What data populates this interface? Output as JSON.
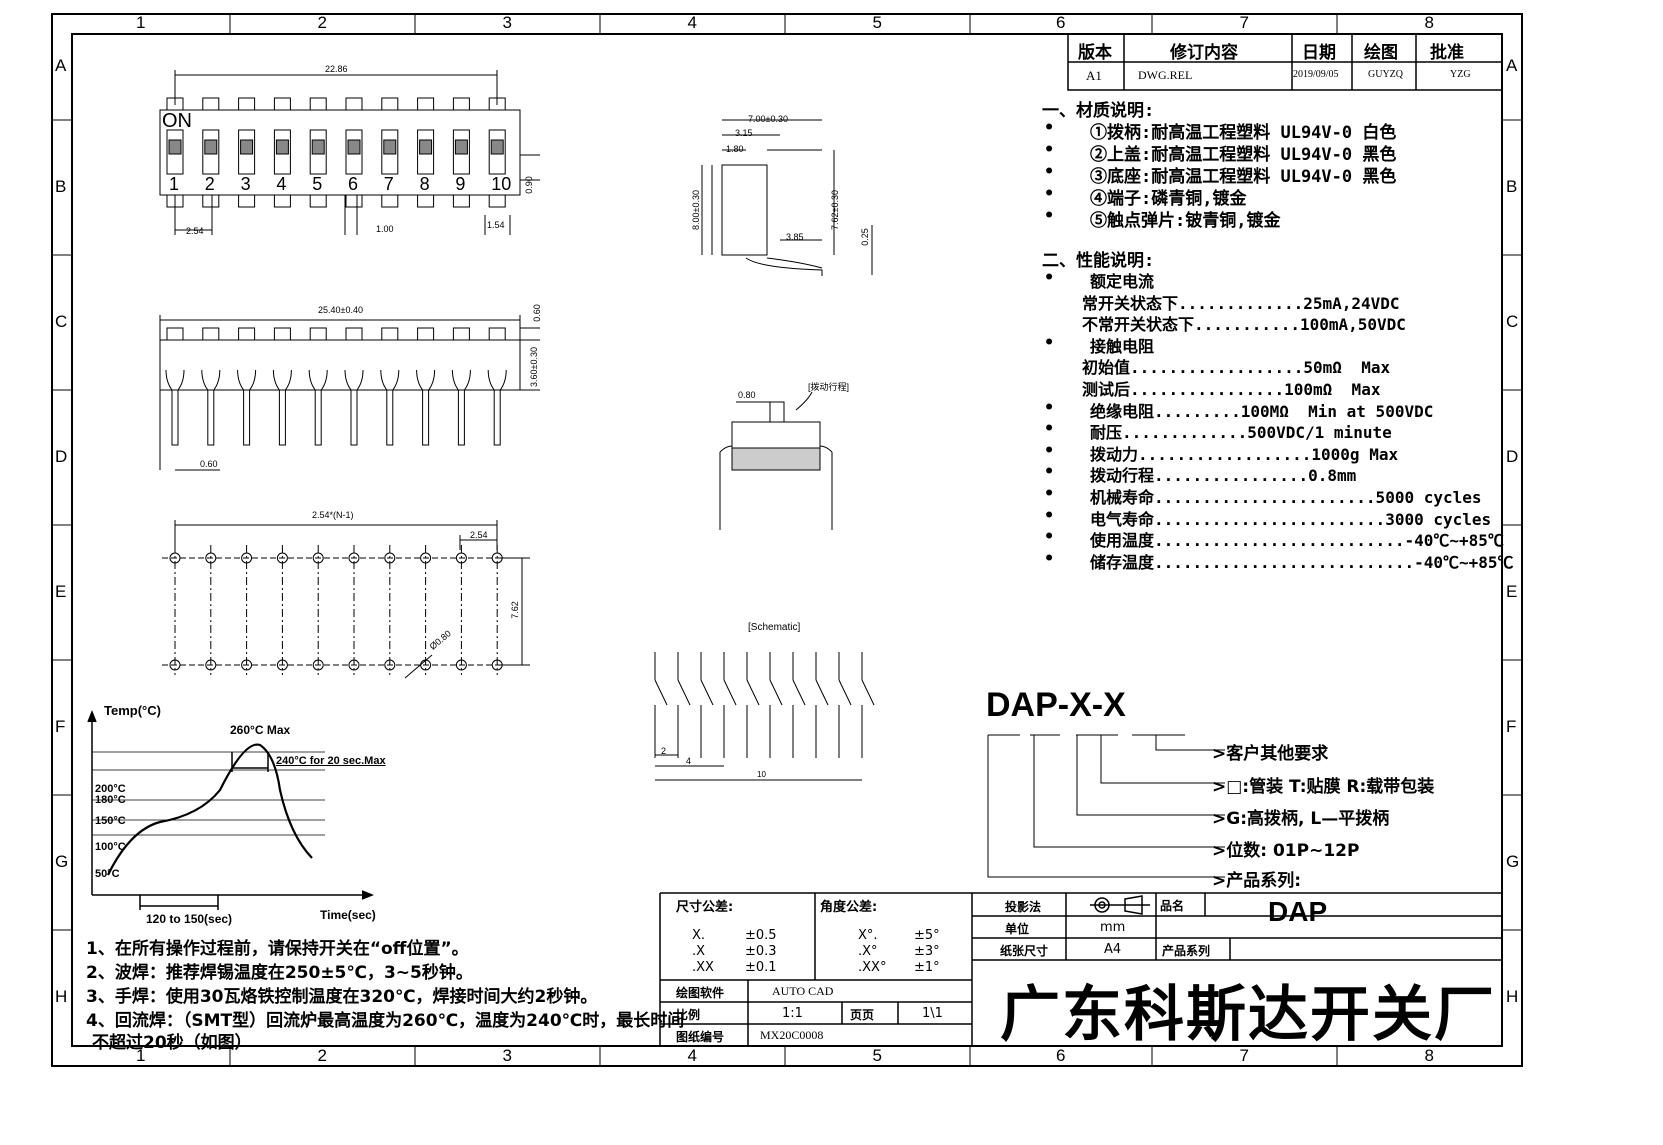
{
  "border": {
    "cols": [
      "1",
      "2",
      "3",
      "4",
      "5",
      "6",
      "7",
      "8"
    ],
    "rows": [
      "A",
      "B",
      "C",
      "D",
      "E",
      "F",
      "G",
      "H"
    ]
  },
  "revision_table": {
    "headers": [
      "版本",
      "修订内容",
      "日期",
      "绘图",
      "批准"
    ],
    "row": [
      "A1",
      "DWG.REL",
      "2019/09/05",
      "GUYZQ",
      "YZG"
    ]
  },
  "materials": {
    "title": "一、材质说明:",
    "items": [
      "①拨柄:耐高温工程塑料 UL94V-0 白色",
      "②上盖:耐高温工程塑料 UL94V-0 黑色",
      "③底座:耐高温工程塑料 UL94V-0 黑色",
      "④端子:磷青铜,镀金",
      "⑤触点弹片:铍青铜,镀金"
    ]
  },
  "performance": {
    "title": "二、性能说明:",
    "lines": [
      {
        "bullet": true,
        "text": "额定电流"
      },
      {
        "bullet": false,
        "text": "常开关状态下.............25mA,24VDC"
      },
      {
        "bullet": false,
        "text": "不常开关状态下...........100mA,50VDC"
      },
      {
        "bullet": true,
        "text": "接触电阻"
      },
      {
        "bullet": false,
        "text": "初始值..................50mΩ  Max"
      },
      {
        "bullet": false,
        "text": "测试后................100mΩ  Max"
      },
      {
        "bullet": true,
        "text": "绝缘电阻.........100MΩ  Min at 500VDC"
      },
      {
        "bullet": true,
        "text": "耐压.............500VDC/1 minute"
      },
      {
        "bullet": true,
        "text": "拨动力..................1000g Max"
      },
      {
        "bullet": true,
        "text": "拨动行程................0.8mm"
      },
      {
        "bullet": true,
        "text": "机械寿命.......................5000 cycles"
      },
      {
        "bullet": true,
        "text": "电气寿命........................3000 cycles"
      },
      {
        "bullet": true,
        "text": "使用温度..........................-40℃~+85℃"
      },
      {
        "bullet": true,
        "text": "储存温度...........................-40℃~+85℃"
      }
    ]
  },
  "drawing_labels": {
    "on": "ON",
    "switch_numbers": [
      "1",
      "2",
      "3",
      "4",
      "5",
      "6",
      "7",
      "8",
      "9",
      "10"
    ],
    "dim_22_86": "22.86",
    "dim_2_54": "2.54",
    "dim_1_00": "1.00",
    "dim_1_54": "1.54",
    "dim_0_90": "0.90",
    "dim_7_00": "7.00±0.30",
    "dim_3_15": "3.15",
    "dim_1_80": "1.80",
    "dim_8_00": "8.00±0.30",
    "dim_7_62_side": "7.62±0.30",
    "dim_3_85": "3.85",
    "dim_0_25": "0.25",
    "dim_25_40": "25.40±0.40",
    "dim_0_60_top": "0.60",
    "dim_3_60": "3.60±0.30",
    "dim_0_60_bot": "0.60",
    "dim_0_80": "0.80",
    "switch_label": "[拨动行程]",
    "dim_pitch": "2.54*(N-1)",
    "dim_2_54_b": "2.54",
    "dim_7_62": "7.62",
    "dim_hole": "Ø0.80",
    "schematic": "[Schematic]",
    "sch_2": "2",
    "sch_4": "4",
    "sch_10": "10"
  },
  "reflow": {
    "y_label": "Temp(°C)",
    "x_label": "Time(sec)",
    "peak": "260°C Max",
    "hold": "240°C for 20 sec.Max",
    "t200": "200°C",
    "t180": "180°C",
    "t150": "150°C",
    "t100": "100°C",
    "t50": "50°C",
    "duration": "120 to 150(sec)"
  },
  "notes": [
    "1、在所有操作过程前，请保持开关在“off位置”。",
    "2、波焊：推荐焊锡温度在250±5℃，3~5秒钟。",
    "3、手焊：使用30瓦烙铁控制温度在320℃，焊接时间大约2秒钟。",
    "4、回流焊：（SMT型）回流炉最高温度为260℃，温度为240℃时，最长时间",
    "不超过20秒（如图）"
  ],
  "part_number": {
    "code": "DAP-X-X",
    "options": [
      "客户其他要求",
      "□:管装  T:贴膜   R:载带包装",
      "G:高拨柄, L—平拨柄",
      "位数: 01P~12P",
      "产品系列:"
    ]
  },
  "title_block": {
    "dim_tol_title": "尺寸公差:",
    "dim_tol": [
      [
        "X.",
        "±0.5"
      ],
      [
        ".X",
        "±0.3"
      ],
      [
        ".XX",
        "±0.1"
      ]
    ],
    "ang_tol_title": "角度公差:",
    "ang_tol": [
      [
        "X°.",
        "±5°"
      ],
      [
        ".X°",
        "±3°"
      ],
      [
        ".XX°",
        "±1°"
      ]
    ],
    "projection_label": "投影法",
    "unit_label": "单位",
    "unit_value": "mm",
    "paper_label": "纸张尺寸",
    "paper_value": "A4",
    "name_label": "品名",
    "name_value": "DAP",
    "series_label": "产品系列",
    "software_label": "绘图软件",
    "software_value": "AUTO CAD",
    "scale_label": "比例",
    "scale_value": "1:1",
    "page_label": "页页",
    "page_value": "1\\1",
    "drawing_no_label": "图纸编号",
    "drawing_no_value": "MX20C0008",
    "company": "广东科斯达开关厂"
  }
}
